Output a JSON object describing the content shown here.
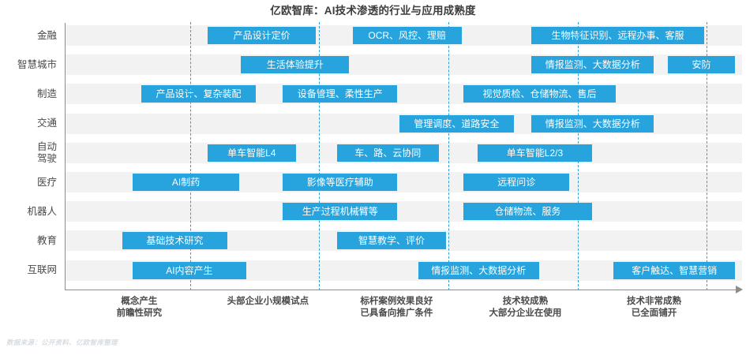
{
  "title": "亿欧智库：AI技术渗透的行业与应用成熟度",
  "footer": {
    "source": "数据来源：公开资料、亿欧智库整理"
  },
  "colors": {
    "bar": "#27a3dd",
    "band": "#f2f2f2",
    "axis": "#8c8c8c",
    "divider": "#2f9fd6",
    "title_text": "#3c3c3c",
    "label_text": "#4a4a4a",
    "bar_text": "#ffffff",
    "footer_text": "#d8dde2"
  },
  "chart_data": {
    "type": "bar",
    "title": "亿欧智库：AI技术渗透的行业与应用成熟度",
    "xlabel": "",
    "ylabel": "",
    "grid": false,
    "legend": "none",
    "orientation": "horizontal",
    "x_axis_stages": [
      {
        "id": "stage-1",
        "lines": [
          "概念产生",
          "前瞻性研究"
        ],
        "center_pct": 11.0
      },
      {
        "id": "stage-2",
        "lines": [
          "头部企业小规模试点"
        ],
        "center_pct": 30.0
      },
      {
        "id": "stage-3",
        "lines": [
          "标杆案例效果良好",
          "已具备向推广条件"
        ],
        "center_pct": 49.0
      },
      {
        "id": "stage-4",
        "lines": [
          "技术较成熟",
          "大部分企业在使用"
        ],
        "center_pct": 68.0
      },
      {
        "id": "stage-5",
        "lines": [
          "技术非常成熟",
          "已全面铺开"
        ],
        "center_pct": 87.0
      }
    ],
    "stage_dividers_pct": [
      18.5,
      37.5,
      56.6,
      75.8,
      94.8
    ],
    "categories": [
      "金融",
      "智慧城市",
      "制造",
      "交通",
      "自动驾驶",
      "医疗",
      "机器人",
      "教育",
      "互联网"
    ],
    "rows": [
      {
        "label": "金融",
        "label_lines": [
          "金融"
        ],
        "items": [
          {
            "text": "产品设计定价",
            "start_pct": 21.1,
            "end_pct": 37.1
          },
          {
            "text": "OCR、风控、理赔",
            "start_pct": 42.5,
            "end_pct": 58.6
          },
          {
            "text": "生物特征识别、远程办事、客服",
            "start_pct": 68.9,
            "end_pct": 94.4
          }
        ]
      },
      {
        "label": "智慧城市",
        "label_lines": [
          "智慧城市"
        ],
        "items": [
          {
            "text": "生活体验提升",
            "start_pct": 26.0,
            "end_pct": 42.0
          },
          {
            "text": "情报监测、大数据分析",
            "start_pct": 68.9,
            "end_pct": 87.0
          },
          {
            "text": "安防",
            "start_pct": 89.0,
            "end_pct": 99.0
          }
        ]
      },
      {
        "label": "制造",
        "label_lines": [
          "制造"
        ],
        "items": [
          {
            "text": "产品设计、复杂装配",
            "start_pct": 11.3,
            "end_pct": 28.2
          },
          {
            "text": "设备管理、柔性生产",
            "start_pct": 32.2,
            "end_pct": 49.1
          },
          {
            "text": "视觉质检、仓储物流、售后",
            "start_pct": 58.9,
            "end_pct": 81.3
          }
        ]
      },
      {
        "label": "交通",
        "label_lines": [
          "交通"
        ],
        "items": [
          {
            "text": "管理调度、道路安全",
            "start_pct": 49.4,
            "end_pct": 66.3
          },
          {
            "text": "情报监测、大数据分析",
            "start_pct": 68.9,
            "end_pct": 87.0
          }
        ]
      },
      {
        "label": "自动驾驶",
        "label_lines": [
          "自动",
          "驾驶"
        ],
        "items": [
          {
            "text": "单车智能L4",
            "start_pct": 21.1,
            "end_pct": 34.1
          },
          {
            "text": "车、路、云协同",
            "start_pct": 40.2,
            "end_pct": 55.2
          },
          {
            "text": "单车智能L2/3",
            "start_pct": 61.0,
            "end_pct": 77.8
          }
        ]
      },
      {
        "label": "医疗",
        "label_lines": [
          "医疗"
        ],
        "items": [
          {
            "text": "AI制药",
            "start_pct": 10.0,
            "end_pct": 25.8
          },
          {
            "text": "影像等医疗辅助",
            "start_pct": 32.2,
            "end_pct": 49.1
          },
          {
            "text": "远程问诊",
            "start_pct": 58.9,
            "end_pct": 74.5
          }
        ]
      },
      {
        "label": "机器人",
        "label_lines": [
          "机器人"
        ],
        "items": [
          {
            "text": "生产过程机械臂等",
            "start_pct": 32.2,
            "end_pct": 49.1
          },
          {
            "text": "仓储物流、服务",
            "start_pct": 58.9,
            "end_pct": 77.8
          }
        ]
      },
      {
        "label": "教育",
        "label_lines": [
          "教育"
        ],
        "items": [
          {
            "text": "基础技术研究",
            "start_pct": 8.5,
            "end_pct": 24.0
          },
          {
            "text": "智慧教学、评价",
            "start_pct": 40.2,
            "end_pct": 56.3
          }
        ]
      },
      {
        "label": "互联网",
        "label_lines": [
          "互联网"
        ],
        "items": [
          {
            "text": "AI内容产生",
            "start_pct": 10.0,
            "end_pct": 26.8
          },
          {
            "text": "情报监测、大数据分析",
            "start_pct": 52.2,
            "end_pct": 70.0
          },
          {
            "text": "客户触达、智慧营销",
            "start_pct": 81.0,
            "end_pct": 99.0
          }
        ]
      }
    ]
  }
}
